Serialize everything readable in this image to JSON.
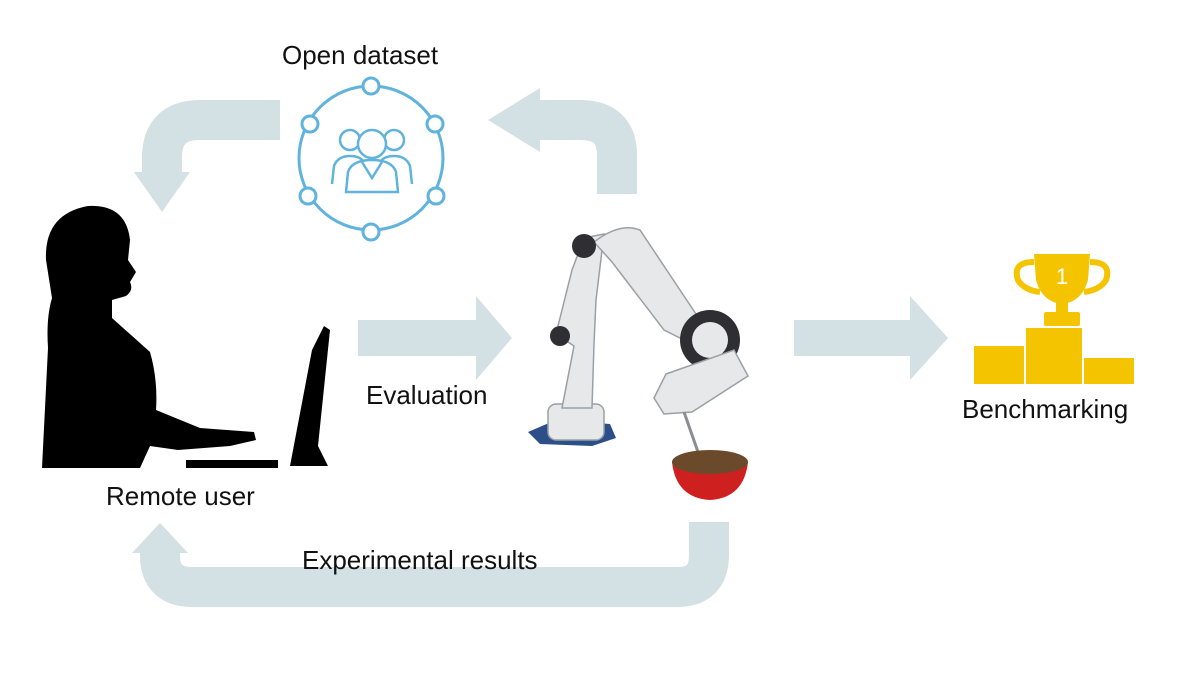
{
  "labels": {
    "open_dataset": "Open dataset",
    "evaluation": "Evaluation",
    "remote_user": "Remote user",
    "experimental_results": "Experimental results",
    "benchmarking": "Benchmarking",
    "trophy_rank": "1"
  },
  "colors": {
    "arrow": "#d3e0e4",
    "dataset_icon": "#5fb3dc",
    "silhouette": "#000000",
    "trophy": "#f5c400",
    "robot_body": "#e6e8ea",
    "robot_joint": "#2f2f33",
    "bowl": "#cf2020"
  },
  "icons": [
    "dataset-network-icon",
    "user-group-icon",
    "person-at-computer-icon",
    "robot-arm-icon",
    "trophy-icon",
    "podium-icon"
  ]
}
